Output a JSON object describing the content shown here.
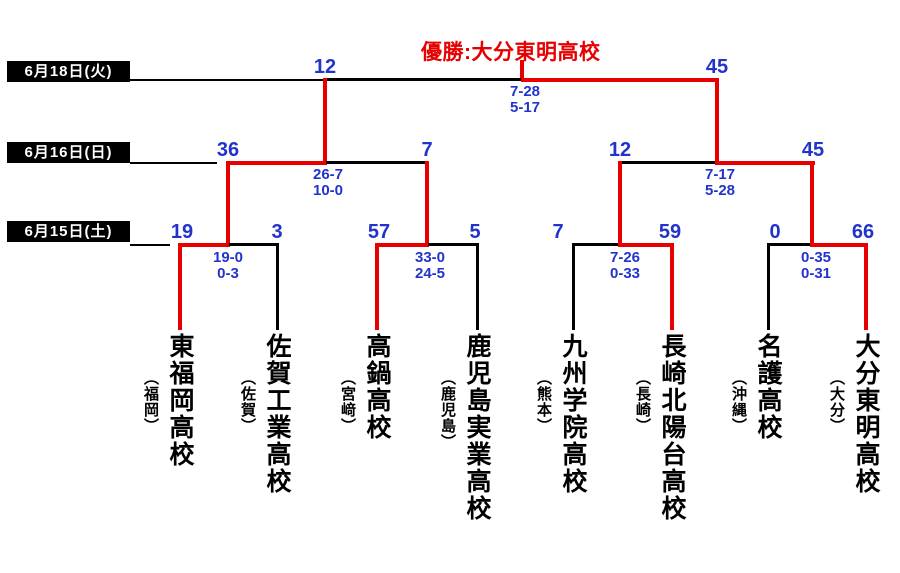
{
  "header": {
    "champion_label": "優勝:大分東明高校"
  },
  "round_dates": {
    "final": "6月18日(火)",
    "semifinal": "6月16日(日)",
    "first_round": "6月15日(土)"
  },
  "final": {
    "left_score": "12",
    "right_score": "45",
    "detail": [
      "7-28",
      "5-17"
    ]
  },
  "semifinal_left": {
    "left_score": "36",
    "right_score": "7",
    "detail": [
      "26-7",
      "10-0"
    ]
  },
  "semifinal_right": {
    "left_score": "12",
    "right_score": "45",
    "detail": [
      "7-17",
      "5-28"
    ]
  },
  "first_round": [
    {
      "left_score": "19",
      "right_score": "3",
      "detail": [
        "19-0",
        "0-3"
      ]
    },
    {
      "left_score": "57",
      "right_score": "5",
      "detail": [
        "33-0",
        "24-5"
      ]
    },
    {
      "left_score": "7",
      "right_score": "59",
      "detail": [
        "7-26",
        "0-33"
      ]
    },
    {
      "left_score": "0",
      "right_score": "66",
      "detail": [
        "0-35",
        "0-31"
      ]
    }
  ],
  "teams": [
    {
      "name": "東福岡高校",
      "prefecture": "（福岡）",
      "result": "win"
    },
    {
      "name": "佐賀工業高校",
      "prefecture": "（佐賀）",
      "result": "loss"
    },
    {
      "name": "高鍋高校",
      "prefecture": "（宮﨑）",
      "result": "win"
    },
    {
      "name": "鹿児島実業高校",
      "prefecture": "（鹿児島）",
      "result": "loss"
    },
    {
      "name": "九州学院高校",
      "prefecture": "（熊本）",
      "result": "loss"
    },
    {
      "name": "長崎北陽台高校",
      "prefecture": "（長崎）",
      "result": "win"
    },
    {
      "name": "名護高校",
      "prefecture": "（沖縄）",
      "result": "loss"
    },
    {
      "name": "大分東明高校",
      "prefecture": "（大分）",
      "result": "win"
    }
  ],
  "colors": {
    "winner_line": "#e60000",
    "loser_line": "#000000",
    "score_text": "#2233cc",
    "champion_text": "#e60000",
    "date_label_bg": "#000000",
    "date_label_text": "#ffffff"
  }
}
